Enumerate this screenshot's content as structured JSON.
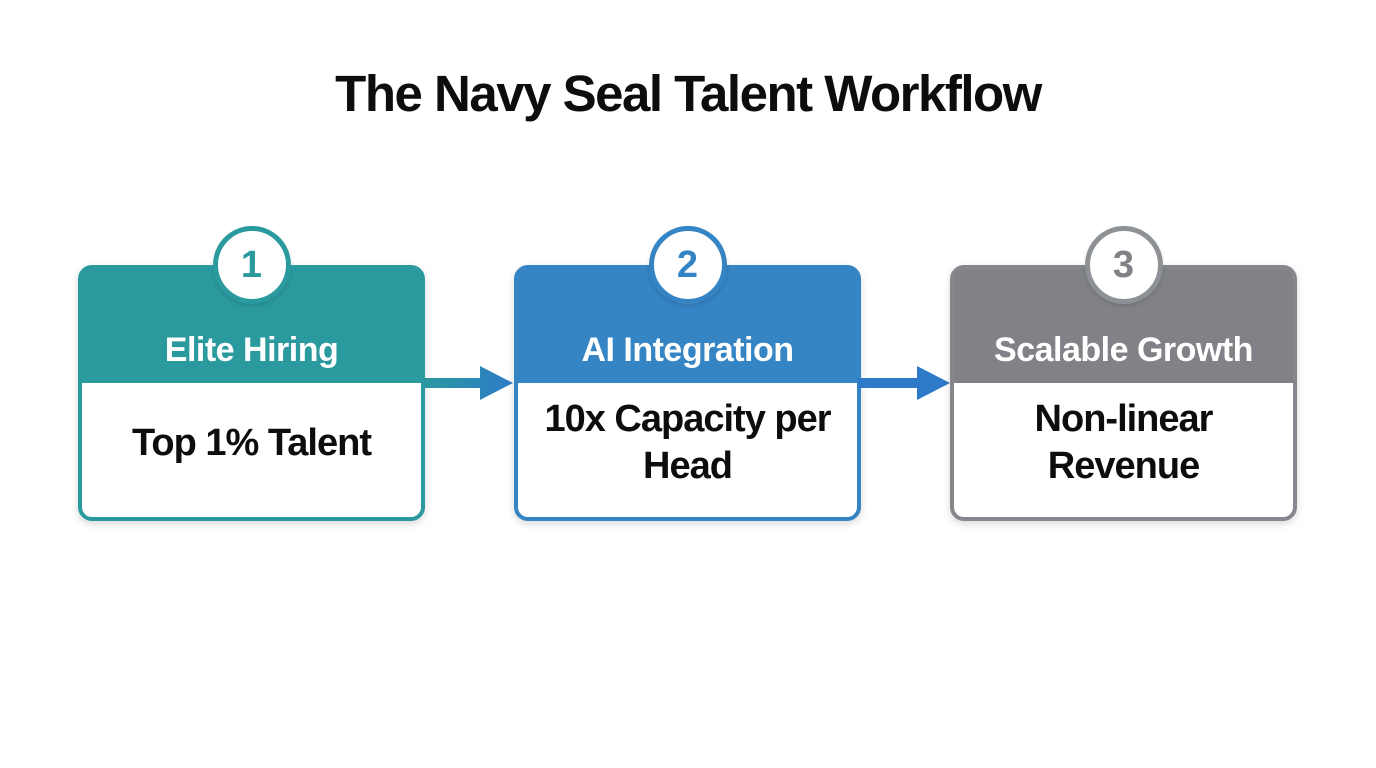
{
  "title": "The Navy Seal Talent Workflow",
  "colors": {
    "teal": "#2a9a9e",
    "blue": "#3584c4",
    "gray": "#808287",
    "arrow_gradient_start": "#2a9a9e",
    "arrow_gradient_end": "#2e7bc8",
    "arrow_blue": "#2e7ac8",
    "text": "#0d0d0f",
    "background": "#ffffff"
  },
  "steps": [
    {
      "number": "1",
      "heading": "Elite Hiring",
      "detail": "Top 1% Talent",
      "color": "#2a9a9e"
    },
    {
      "number": "2",
      "heading": "AI Integration",
      "detail": "10x Capacity per Head",
      "color": "#3584c4"
    },
    {
      "number": "3",
      "heading": "Scalable Growth",
      "detail": "Non-linear Revenue",
      "color": "#808287"
    }
  ],
  "arrows": [
    {
      "from": "Elite Hiring",
      "to": "AI Integration"
    },
    {
      "from": "AI Integration",
      "to": "Scalable Growth"
    }
  ]
}
